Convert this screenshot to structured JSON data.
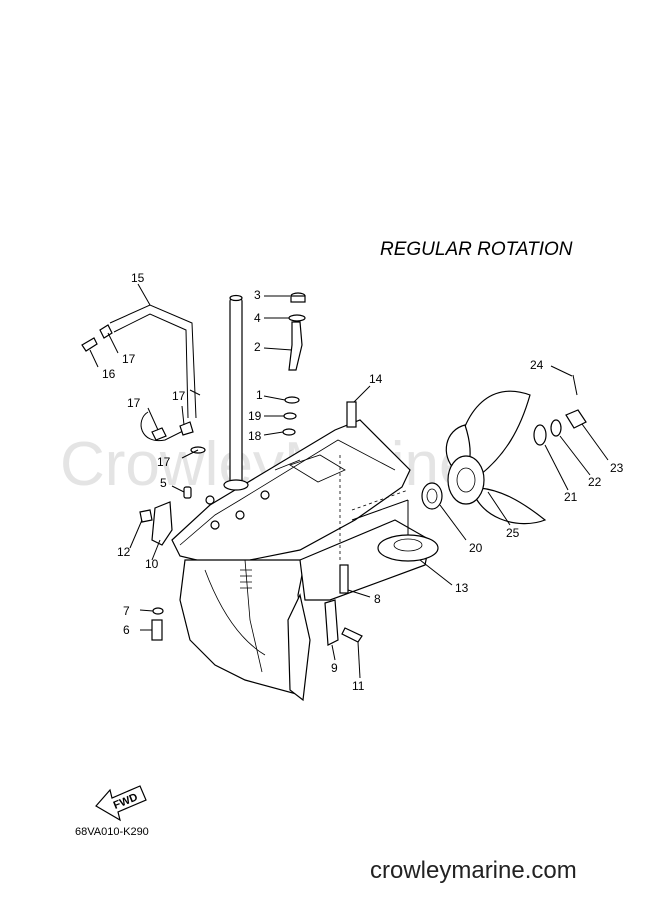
{
  "title": "REGULAR ROTATION",
  "drawing_code": "68VA010-K290",
  "watermark": "CrowleyMarine",
  "footer_site": "crowleymarine.com",
  "fwd_label": "FWD",
  "callouts": [
    "1",
    "2",
    "3",
    "4",
    "5",
    "6",
    "7",
    "8",
    "9",
    "10",
    "11",
    "12",
    "13",
    "14",
    "15",
    "16",
    "17",
    "17",
    "17",
    "18",
    "19",
    "20",
    "21",
    "22",
    "23",
    "24",
    "25"
  ]
}
